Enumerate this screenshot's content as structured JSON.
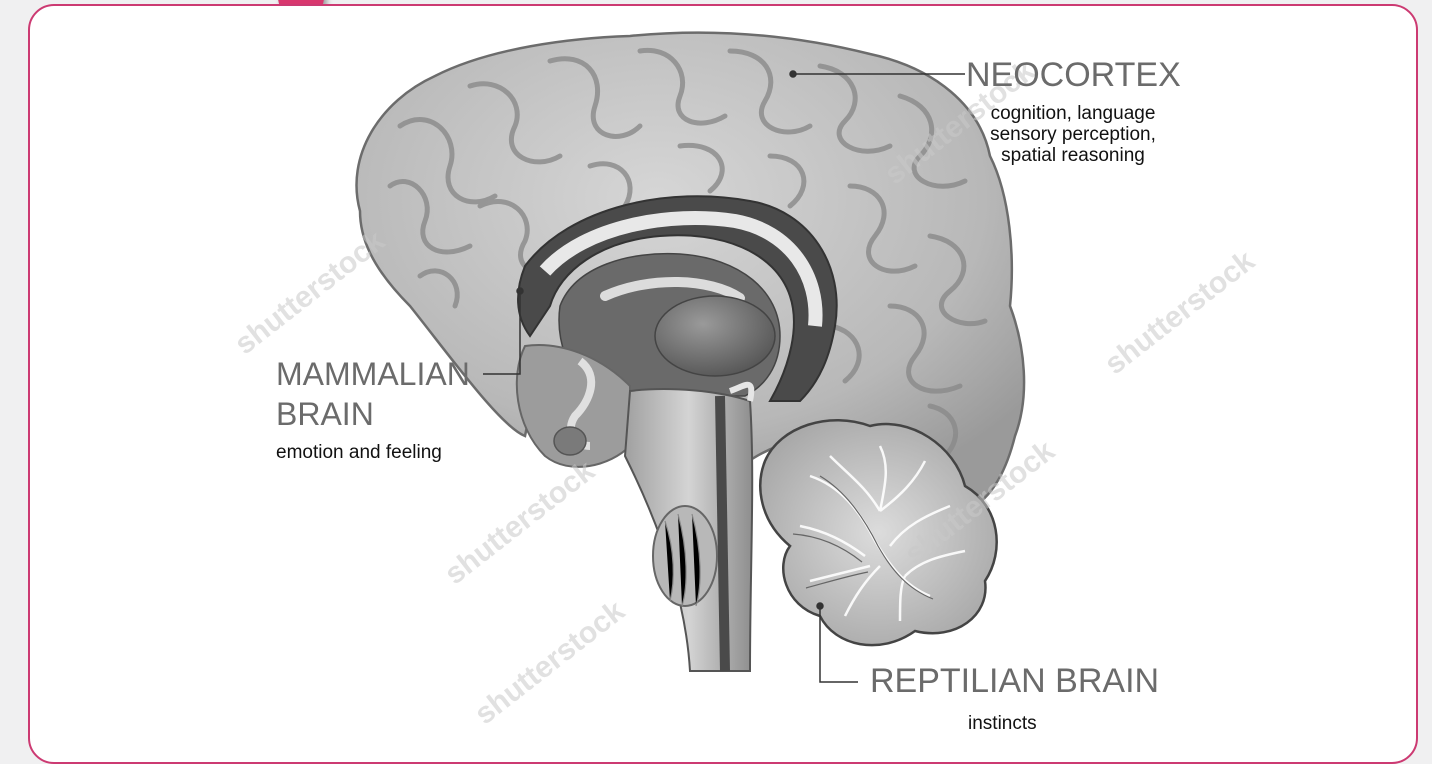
{
  "labels": {
    "neocortex": {
      "title": "NEOCORTEX",
      "lines": [
        "cognition, language",
        "sensory perception,",
        "spatial reasoning"
      ]
    },
    "mammalian": {
      "title_line1": "MAMMALIAN",
      "title_line2": "BRAIN",
      "desc": "emotion and feeling"
    },
    "reptilian": {
      "title": "REPTILIAN BRAIN",
      "desc": "instincts"
    }
  },
  "watermark": "shutterstock",
  "colors": {
    "frame_border": "#cc3a72",
    "accent_dot": "#d9376e",
    "cortex_fill": "#bdbdbd",
    "title_text": "#6b6b6b",
    "body_text": "#111111"
  }
}
